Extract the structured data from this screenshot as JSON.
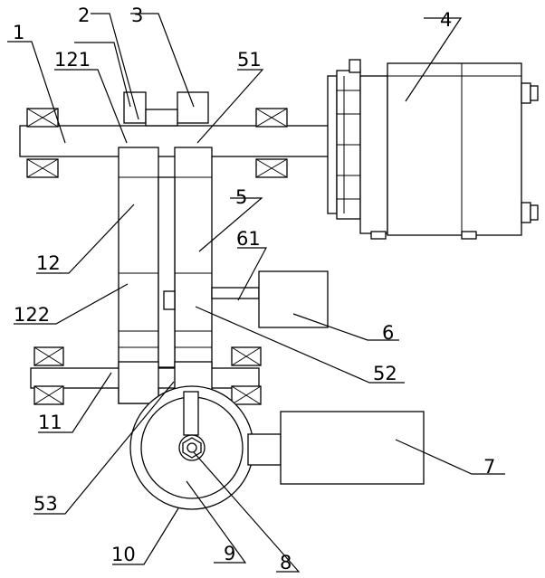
{
  "labels": {
    "l1": "1",
    "l2": "2",
    "l3": "3",
    "l4": "4",
    "l5": "5",
    "l6": "6",
    "l7": "7",
    "l8": "8",
    "l9": "9",
    "l10": "10",
    "l11": "11",
    "l12": "12",
    "l51": "51",
    "l52": "52",
    "l53": "53",
    "l61": "61",
    "l121": "121",
    "l122": "122"
  }
}
